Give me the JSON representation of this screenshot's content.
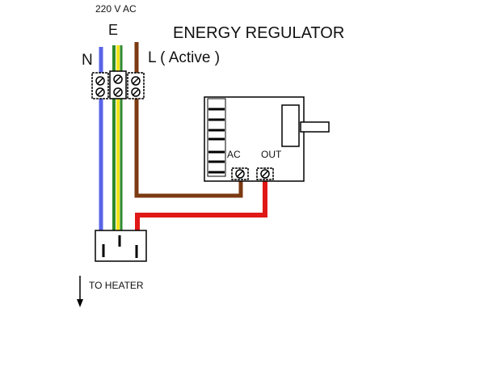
{
  "title": "ENERGY REGULATOR",
  "supply_label": "220 V AC",
  "wires": {
    "neutral": {
      "label": "N",
      "color": "#5a64e8"
    },
    "earth": {
      "label": "E",
      "colors": [
        "#2f8a2a",
        "#f2e51a"
      ]
    },
    "active": {
      "label": "L ( Active )",
      "color": "#7b3a12"
    },
    "output": {
      "color": "#e01818"
    }
  },
  "regulator": {
    "terminal_ac": "AC",
    "terminal_out": "OUT"
  },
  "heater_label": "TO HEATER"
}
